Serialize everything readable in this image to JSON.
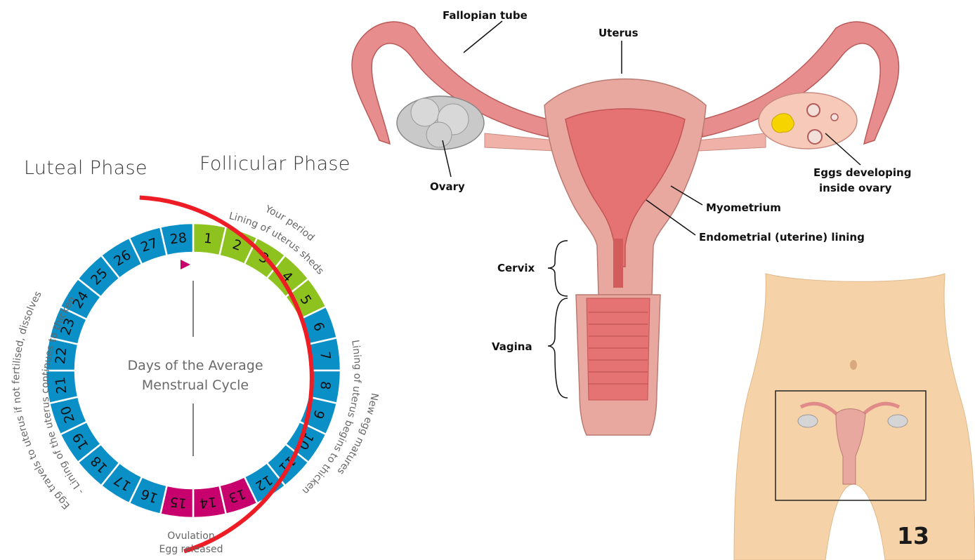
{
  "phases": {
    "luteal": "Luteal Phase",
    "follicular": "Follicular Phase"
  },
  "cycle": {
    "center_line_1": "Days of the Average",
    "center_line_2": "Menstrual Cycle",
    "ovulation": "Ovulation",
    "egg_released": "Egg released",
    "arc_text_period": "Your period",
    "arc_text_sheds": "Lining of uterus sheds",
    "arc_text_matures": "New egg matures",
    "arc_text_thicken": "Lining of uterus begins to thicken",
    "arc_text_egg_travels": "Egg travels to uterus if not fertilised, dissolves",
    "arc_text_continues": "- Lining of the uterus continues to thicken",
    "days": [
      "1",
      "2",
      "3",
      "4",
      "5",
      "6",
      "7",
      "8",
      "9",
      "10",
      "11",
      "12",
      "13",
      "14",
      "15",
      "16",
      "17",
      "18",
      "19",
      "20",
      "21",
      "22",
      "23",
      "24",
      "25",
      "26",
      "27",
      "28"
    ],
    "colors": {
      "period": "#8dc21f",
      "ovulation": "#c8006d",
      "normal": "#0b8fc7",
      "arc": "#ee1c25"
    }
  },
  "anatomy": {
    "fallopian_tube": "Fallopian tube",
    "uterus": "Uterus",
    "ovary": "Ovary",
    "eggs_line_1": "Eggs developing",
    "eggs_line_2": "inside ovary",
    "myometrium": "Myometrium",
    "endometrial": "Endometrial (uterine) lining",
    "cervix": "Cervix",
    "vagina": "Vagina"
  },
  "page_number": "13"
}
